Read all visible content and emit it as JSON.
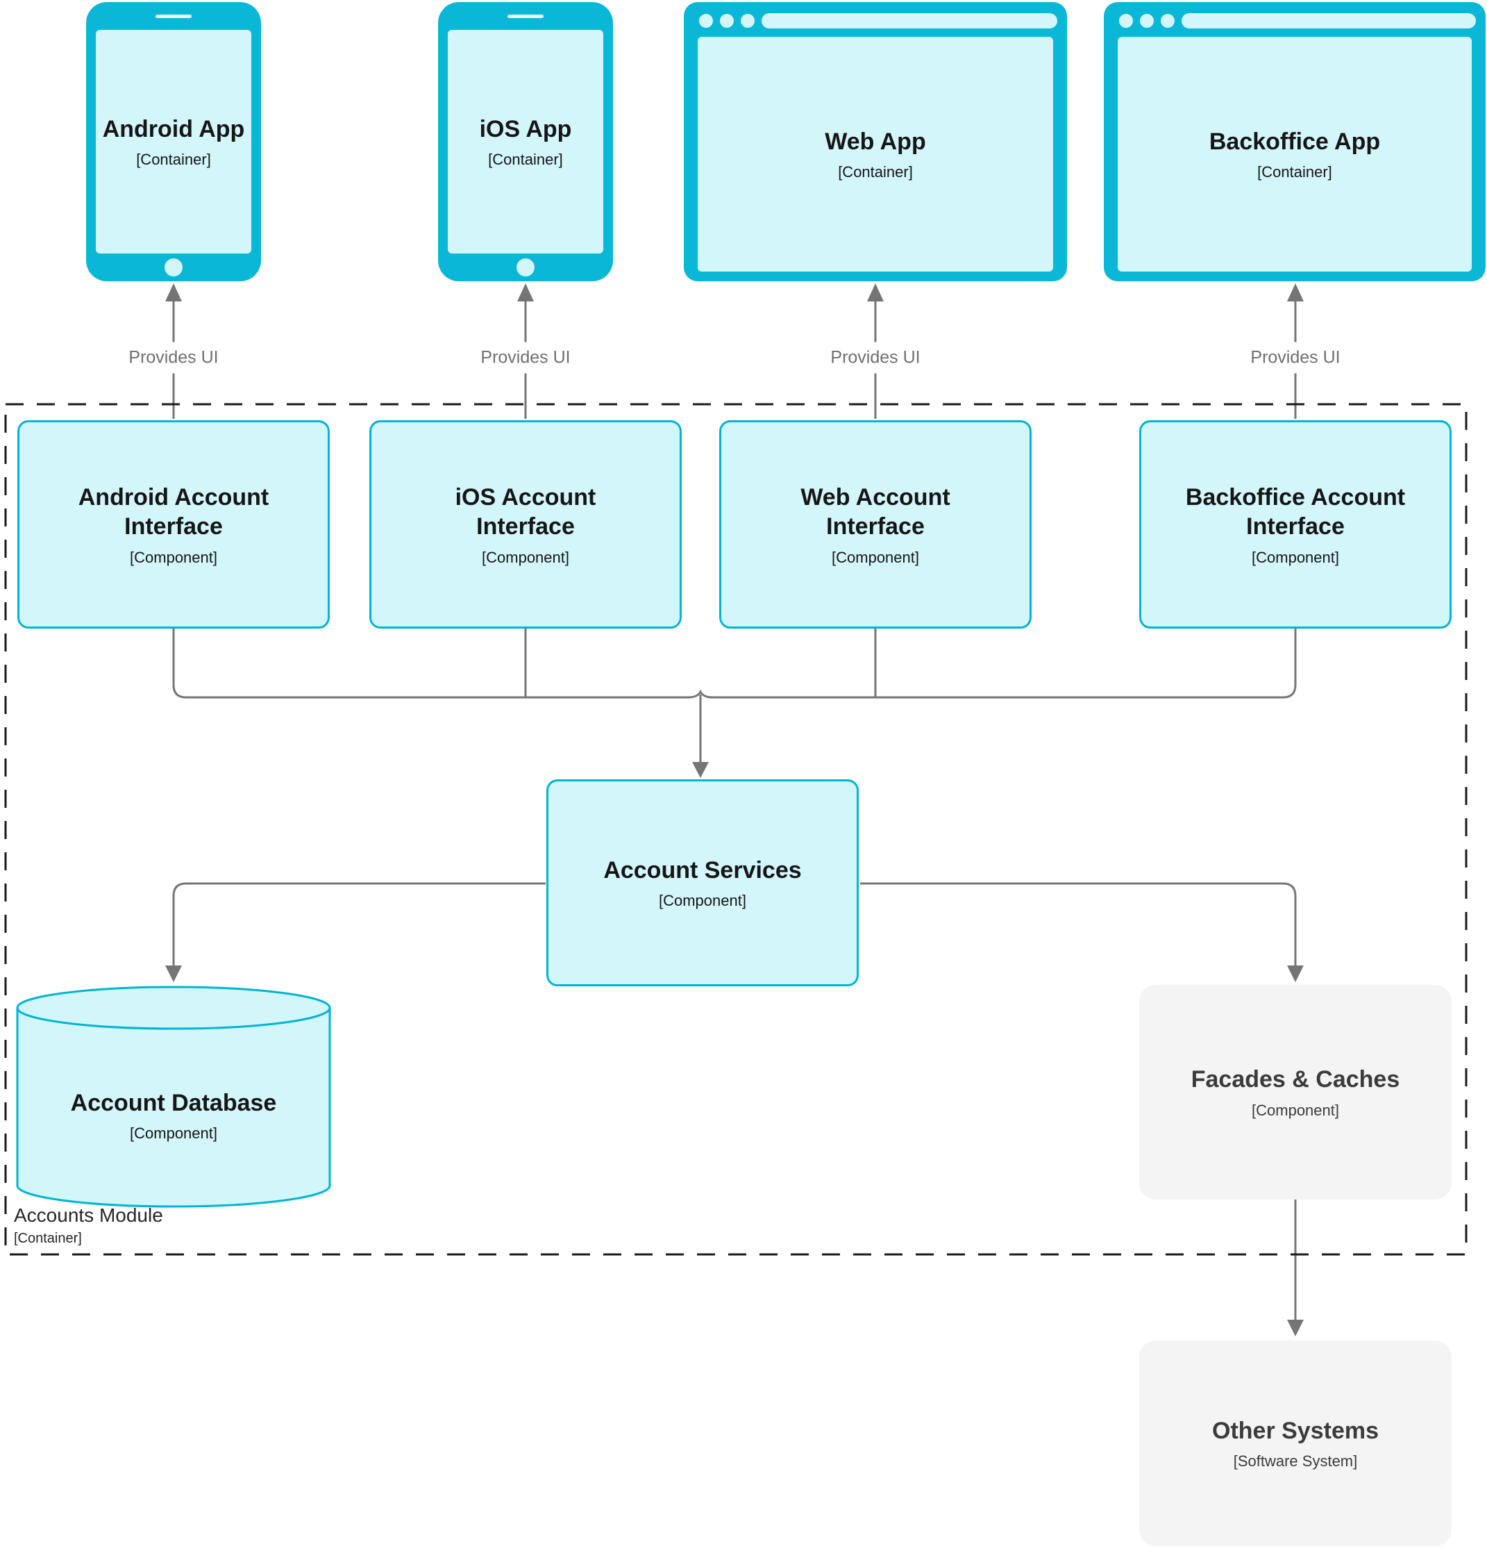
{
  "palette": {
    "device_cyan": "#0ab7d7",
    "light_cyan_fill": "#d3f6fb",
    "component_border": "#00b5d4",
    "gray_fill": "#f4f4f4",
    "connector_gray": "#757575",
    "edge_label_gray": "#6f6f6f",
    "boundary_border": "#1a1a1a",
    "dark_text": "#161616",
    "gray_box_text": "#3b3b3b"
  },
  "apps": {
    "android": {
      "name": "Android App",
      "type": "[Container]"
    },
    "ios": {
      "name": "iOS App",
      "type": "[Container]"
    },
    "web": {
      "name": "Web App",
      "type": "[Container]"
    },
    "backoffice": {
      "name": "Backoffice App",
      "type": "[Container]"
    }
  },
  "edges": {
    "provides_ui_android": "Provides UI",
    "provides_ui_ios": "Provides UI",
    "provides_ui_web": "Provides UI",
    "provides_ui_backoffice": "Provides UI"
  },
  "boundary": {
    "name": "Accounts Module",
    "type": "[Container]"
  },
  "components": {
    "android_interface": {
      "name": "Android Account Interface",
      "type": "[Component]"
    },
    "ios_interface": {
      "name": "iOS Account Interface",
      "type": "[Component]"
    },
    "web_interface": {
      "name": "Web Account Interface",
      "type": "[Component]"
    },
    "backoffice_interface": {
      "name": "Backoffice Account Interface",
      "type": "[Component]"
    },
    "account_services": {
      "name": "Account Services",
      "type": "[Component]"
    },
    "account_database": {
      "name": "Account Database",
      "type": "[Component]"
    },
    "facades_caches": {
      "name": "Facades & Caches",
      "type": "[Component]"
    }
  },
  "external": {
    "other_systems": {
      "name": "Other Systems",
      "type": "[Software System]"
    }
  }
}
